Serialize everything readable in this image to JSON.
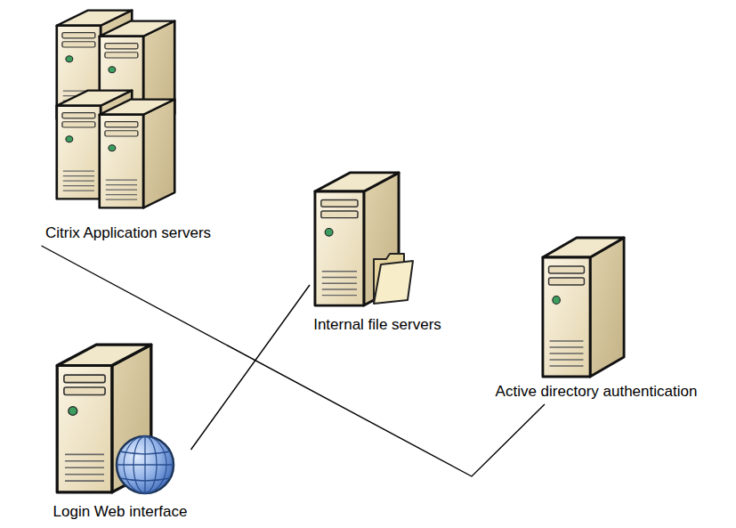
{
  "diagram": {
    "nodes": [
      {
        "text": [
          "Citrix Application servers"
        ]
      },
      {
        "text": [
          "Internal file servers"
        ]
      },
      {
        "text": [
          "Active directory authentication"
        ]
      },
      {
        "text": [
          "Login Web interface"
        ]
      }
    ],
    "edges": [
      {
        "from": 0,
        "to": 2,
        "arrow": "none"
      },
      {
        "from": 3,
        "to": 1,
        "arrow": "none"
      }
    ]
  }
}
